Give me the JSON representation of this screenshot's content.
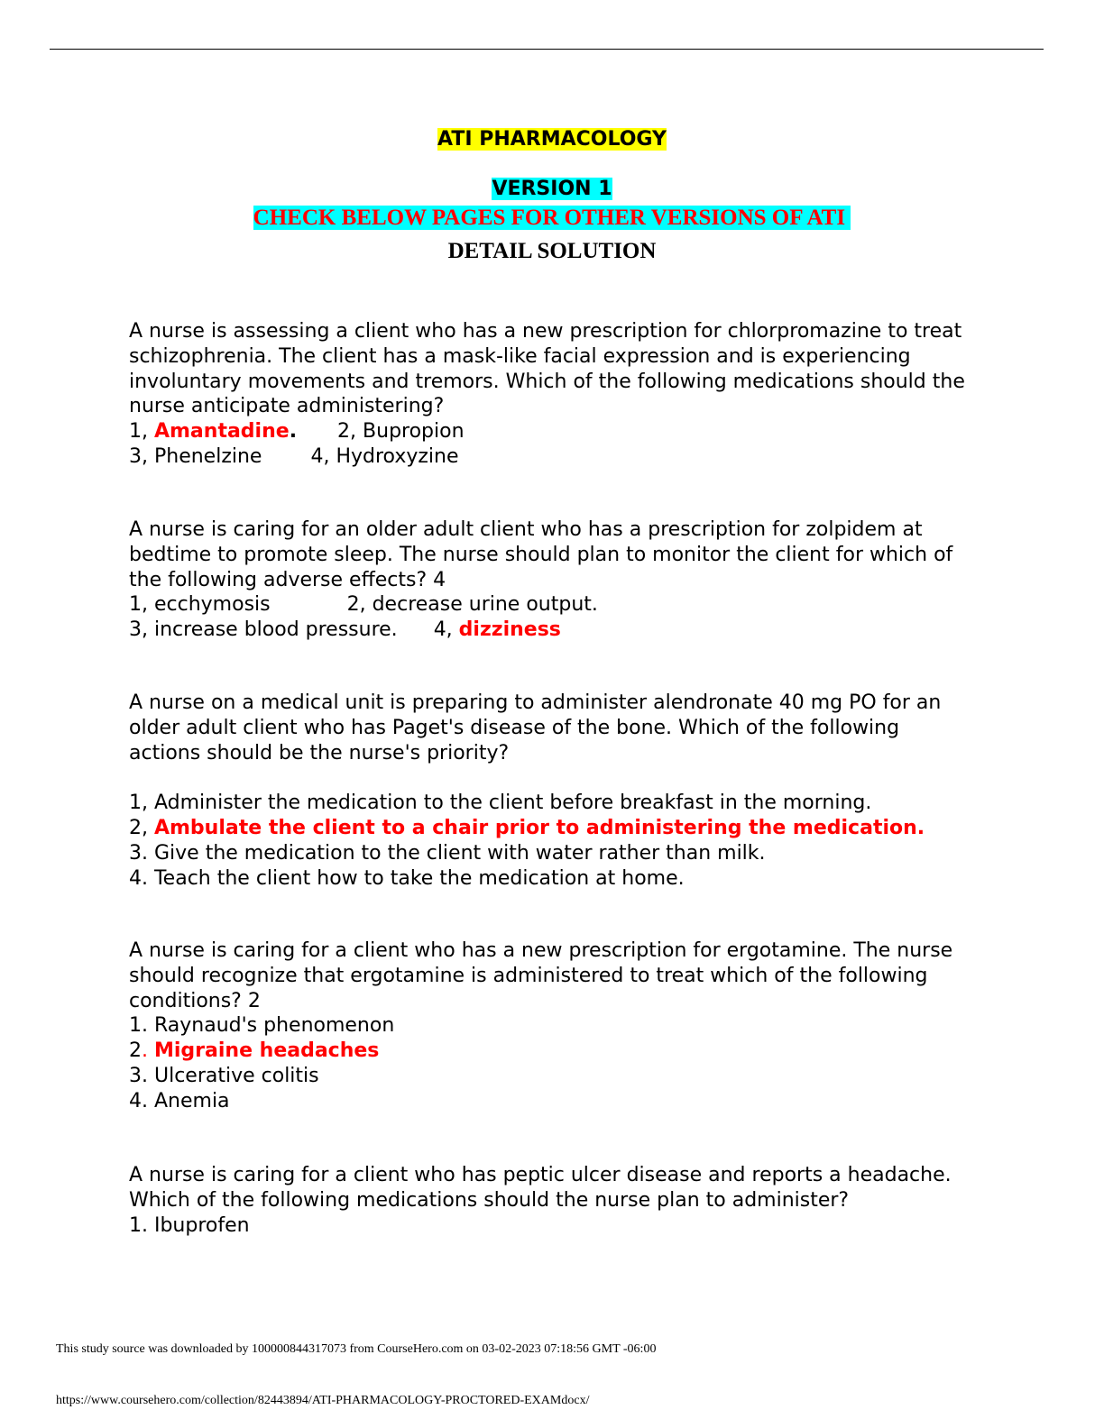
{
  "header": {
    "title": "ATI PHARMACOLOGY",
    "version": "VERSION 1",
    "notice": "CHECK BELOW PAGES FOR OTHER VERSIONS OF ATI ",
    "subtitle": "DETAIL SOLUTION"
  },
  "questions": [
    {
      "stem": "A nurse is assessing a client who has a new prescription for chlorpromazine to treat schizophrenia. The client has a mask-like facial expression and is experiencing involuntary movements and tremors. Which of the following medications should the nurse anticipate administering?",
      "o1_prefix": "1, ",
      "o1_text": "Amantadine",
      "o1_suffix": ".",
      "o2": "2, Bupropion",
      "o3": "3, Phenelzine",
      "o4": "4, Hydroxyzine"
    },
    {
      "stem": "A nurse is caring for an older adult client who has a prescription for zolpidem at bedtime to promote sleep. The nurse should plan to monitor the client for which of the following adverse effects? 4",
      "o1": "1, ecchymosis",
      "o2": "2, decrease urine output.",
      "o3": "3, increase blood pressure.",
      "o4_prefix": "4, ",
      "o4_text": "dizziness"
    },
    {
      "stem": "A nurse on a medical unit is preparing to administer alendronate 40 mg PO for an older adult client who has Paget's disease of the bone. Which of the following actions should be the nurse's priority?",
      "o1": "1, Administer the medication to the client before breakfast in the morning.",
      "o2_prefix": "2, ",
      "o2_text": "Ambulate the client to a chair prior to administering the medication.",
      "o3": "3. Give the medication to the client with water rather than milk.",
      "o4": "4. Teach the client how to take the medication at home."
    },
    {
      "stem": "A nurse is caring for a client who has a new prescription for ergotamine. The nurse should recognize that ergotamine is administered to treat which of the following conditions? 2",
      "o1": "1. Raynaud's phenomenon",
      "o2_prefix": "2",
      "o2_dot": ". ",
      "o2_text": "Migraine headaches",
      "o3": "3. Ulcerative colitis",
      "o4": "4. Anemia"
    },
    {
      "stem": "A nurse is caring for a client who has peptic ulcer disease and reports a headache. Which of the following medications should the nurse plan to administer?",
      "o1": "1. Ibuprofen"
    }
  ],
  "footer": {
    "source": "This study source was downloaded by 100000844317073 from CourseHero.com on 03-02-2023 07:18:56 GMT -06:00",
    "url": "https://www.coursehero.com/collection/82443894/ATI-PHARMACOLOGY-PROCTORED-EXAMdocx/"
  }
}
